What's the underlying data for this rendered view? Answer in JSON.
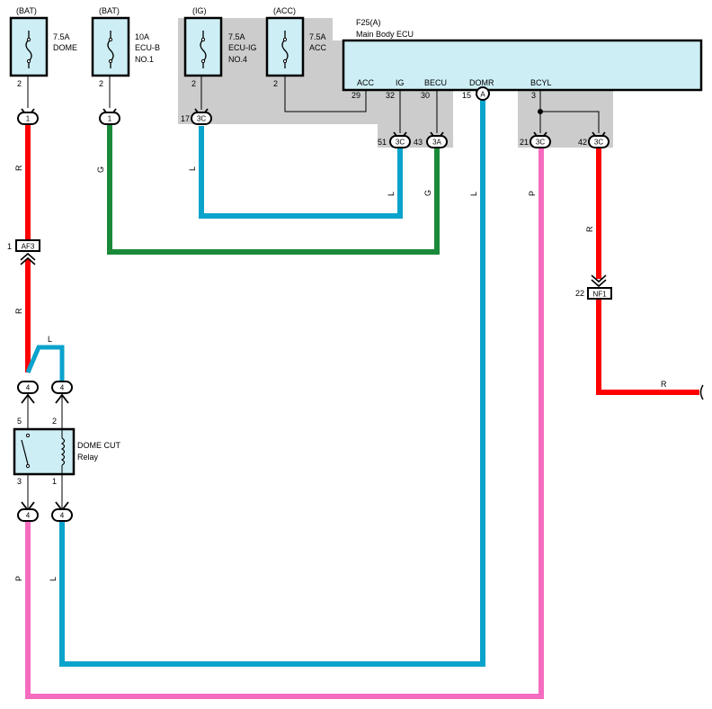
{
  "fuses": [
    {
      "id": "dome",
      "source": "(BAT)",
      "rating": "7.5A",
      "name": [
        "DOME"
      ],
      "pin": "2",
      "connector": "1"
    },
    {
      "id": "ecub",
      "source": "(BAT)",
      "rating": "10A",
      "name": [
        "ECU-B",
        "NO.1"
      ],
      "pin": "2",
      "connector": "1"
    },
    {
      "id": "ecuig",
      "source": "(IG)",
      "rating": "7.5A",
      "name": [
        "ECU-IG",
        "NO.4"
      ],
      "pin": "2",
      "connector": "3C",
      "connector_pin": "17"
    },
    {
      "id": "acc",
      "source": "(ACC)",
      "rating": "7.5A",
      "name": [
        "ACC"
      ],
      "pin": "2"
    }
  ],
  "ecu": {
    "code": "F25(A)",
    "title": "Main Body ECU",
    "colors": {
      "body": "#cdeef5",
      "border": "#000000"
    },
    "terminals": [
      {
        "id": "acc",
        "name": "ACC",
        "pin": "29"
      },
      {
        "id": "ig",
        "name": "IG",
        "pin": "32",
        "connector": "3C",
        "connector_pin": "51"
      },
      {
        "id": "becu",
        "name": "BECU",
        "pin": "30",
        "connector": "3A",
        "connector_pin": "43"
      },
      {
        "id": "domr",
        "name": "DOMR",
        "pin": "15",
        "connector": "A"
      },
      {
        "id": "bcyl",
        "name": "BCYL",
        "pin": "3",
        "connectors": [
          {
            "label": "3C",
            "pin": "21"
          },
          {
            "label": "3C",
            "pin": "42"
          }
        ]
      }
    ]
  },
  "inline_connectors": [
    {
      "id": "af3",
      "label": "AF3",
      "pin": "1"
    },
    {
      "id": "nf1",
      "label": "NF1",
      "pin": "22"
    }
  ],
  "relay": {
    "title": [
      "DOME CUT",
      "Relay"
    ],
    "pins": {
      "top_left": "5",
      "top_right": "2",
      "bottom_left": "3",
      "bottom_right": "1"
    },
    "connectors": {
      "top_left": "4",
      "top_right": "4",
      "bottom_left": "4",
      "bottom_right": "4"
    }
  },
  "wire_labels": {
    "dome_r_upper": "R",
    "dome_r_lower": "R",
    "ecub_g": "G",
    "ecuig_l": "L",
    "ig_l": "L",
    "becu_g": "G",
    "domr_l": "L",
    "bcyl_p": "P",
    "bcyl_r": "R",
    "nf1_r": "R",
    "relay_l_top": "L",
    "relay_p": "P",
    "relay_l_bottom": "L"
  },
  "wire_colors": {
    "R": "#ff0000",
    "G": "#1a8a3a",
    "L": "#0aa3cc",
    "P": "#f56cbf",
    "shade": "#cccccc"
  }
}
